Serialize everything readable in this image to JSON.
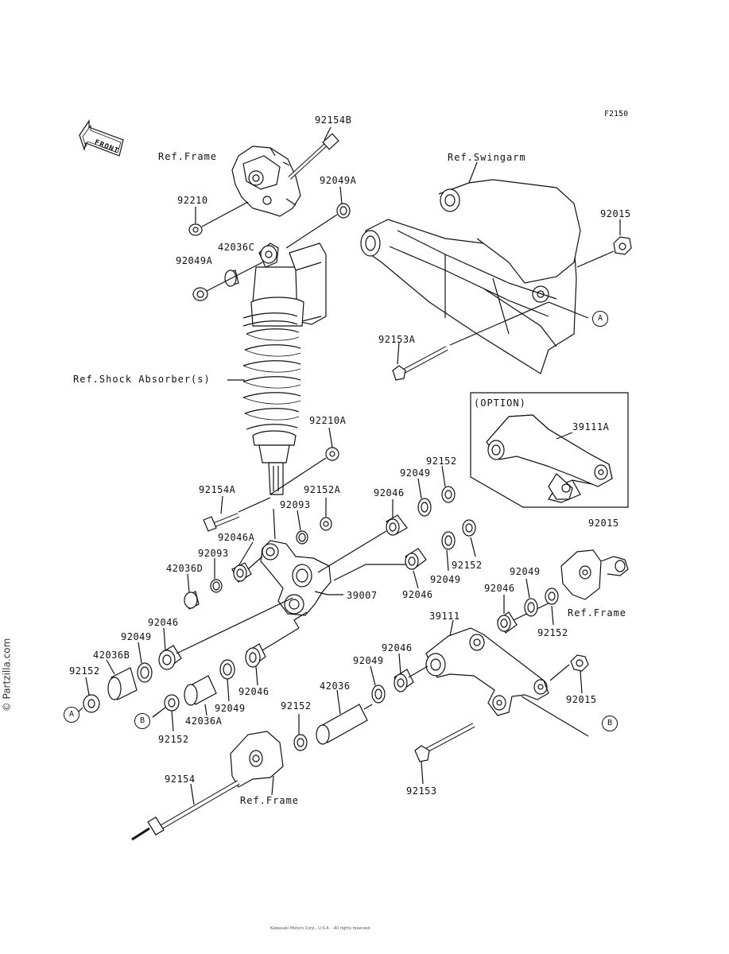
{
  "figure_code": "F2150",
  "front_badge": "FRONT",
  "watermark": "© Partzilla.com",
  "footer_text": "Kawasaki Motors Corp., U.S.A. · All rights reserved",
  "refs": {
    "frame_top": "Ref.Frame",
    "swingarm": "Ref.Swingarm",
    "shock": "Ref.Shock Absorber(s)",
    "frame_right": "Ref.Frame",
    "frame_bottom": "Ref.Frame",
    "option": "(OPTION)"
  },
  "callouts": {
    "a": "A",
    "b": "B"
  },
  "parts": {
    "p92154B": "92154B",
    "p92210_top": "92210",
    "p92049A_top": "92049A",
    "p42036C": "42036C",
    "p92049A_left": "92049A",
    "p92015_top": "92015",
    "p92153A": "92153A",
    "p92210A": "92210A",
    "p39111A": "39111A",
    "p92015_opt": "92015",
    "p92154A": "92154A",
    "p92152A": "92152A",
    "p92093_a": "92093",
    "p92046_a": "92046",
    "p92049_a": "92049",
    "p92152_a": "92152",
    "p92046A": "92046A",
    "p92093_b": "92093",
    "p42036D": "42036D",
    "p92152_b": "92152",
    "p92049_b": "92049",
    "p92046_b": "92046",
    "p39007": "39007",
    "p92049_c": "92049",
    "p92046_c": "92046",
    "p92152_c": "92152",
    "p92046_d": "92046",
    "p92049_d": "92049",
    "p42036B": "42036B",
    "p92152_d": "92152",
    "p92046_e": "92046",
    "p92049_e": "92049",
    "p42036A": "42036A",
    "p92152_e": "92152",
    "p39111": "39111",
    "p92046_f": "92046",
    "p92049_f": "92049",
    "p92015_right": "92015",
    "p42036": "42036",
    "p92152_f": "92152",
    "p92154": "92154",
    "p92153": "92153"
  }
}
